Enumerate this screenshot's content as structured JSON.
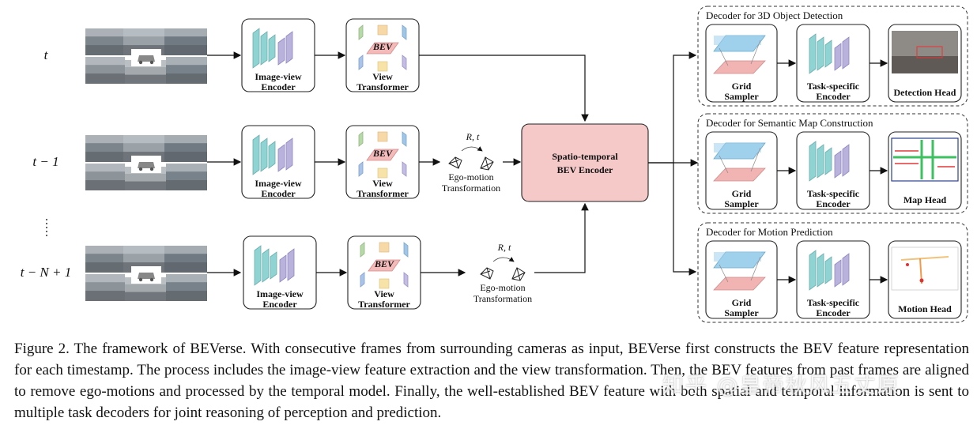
{
  "rows": [
    {
      "time_label": "t",
      "encoder_label": [
        "Image-view",
        "Encoder"
      ],
      "transformer_label": [
        "View",
        "Transformer"
      ],
      "bev_text": "BEV",
      "has_ego": false,
      "ego_label": [],
      "ego_rt": ""
    },
    {
      "time_label": "t − 1",
      "encoder_label": [
        "Image-view",
        "Encoder"
      ],
      "transformer_label": [
        "View",
        "Transformer"
      ],
      "bev_text": "BEV",
      "has_ego": true,
      "ego_label": [
        "Ego-motion",
        "Transformation"
      ],
      "ego_rt": "R, t"
    },
    {
      "time_label": "t − N + 1",
      "encoder_label": [
        "Image-view",
        "Encoder"
      ],
      "transformer_label": [
        "View",
        "Transformer"
      ],
      "bev_text": "BEV",
      "has_ego": true,
      "ego_label": [
        "Ego-motion",
        "Transformation"
      ],
      "ego_rt": "R, t"
    }
  ],
  "spatio_temporal": [
    "Spatio-temporal",
    "BEV Encoder"
  ],
  "decoders": [
    {
      "title": "Decoder for 3D Object Detection",
      "sampler": [
        "Grid",
        "Sampler"
      ],
      "task_encoder": [
        "Task-specific",
        "Encoder"
      ],
      "head": "Detection Head",
      "head_kind": "detection"
    },
    {
      "title": "Decoder for Semantic Map Construction",
      "sampler": [
        "Grid",
        "Sampler"
      ],
      "task_encoder": [
        "Task-specific",
        "Encoder"
      ],
      "head": "Map Head",
      "head_kind": "map"
    },
    {
      "title": "Decoder for Motion Prediction",
      "sampler": [
        "Grid",
        "Sampler"
      ],
      "task_encoder": [
        "Task-specific",
        "Encoder"
      ],
      "head": "Motion Head",
      "head_kind": "motion"
    }
  ],
  "colors": {
    "encoder_teal": "#8fd3d3",
    "encoder_purple": "#b9b3dc",
    "bev_pink": "#f4b9b9",
    "st_box": "#f6c9c9",
    "sampler_blue": "#9fd0ec",
    "sampler_pink": "#f2b3b3"
  },
  "caption": "Figure 2.  The framework of BEVerse.  With consecutive frames from surrounding cameras as input, BEVerse first constructs the BEV feature representation for each timestamp. The process includes the image-view feature extraction and the view transformation. Then, the BEV features from past frames are aligned to remove ego-motions and processed by the temporal model. Finally, the well-established BEV feature with both spatial and temporal information is sent to multiple task decoders for joint reasoning of perception and prediction.",
  "watermark": "知乎 @皇帝秋风五丈原"
}
